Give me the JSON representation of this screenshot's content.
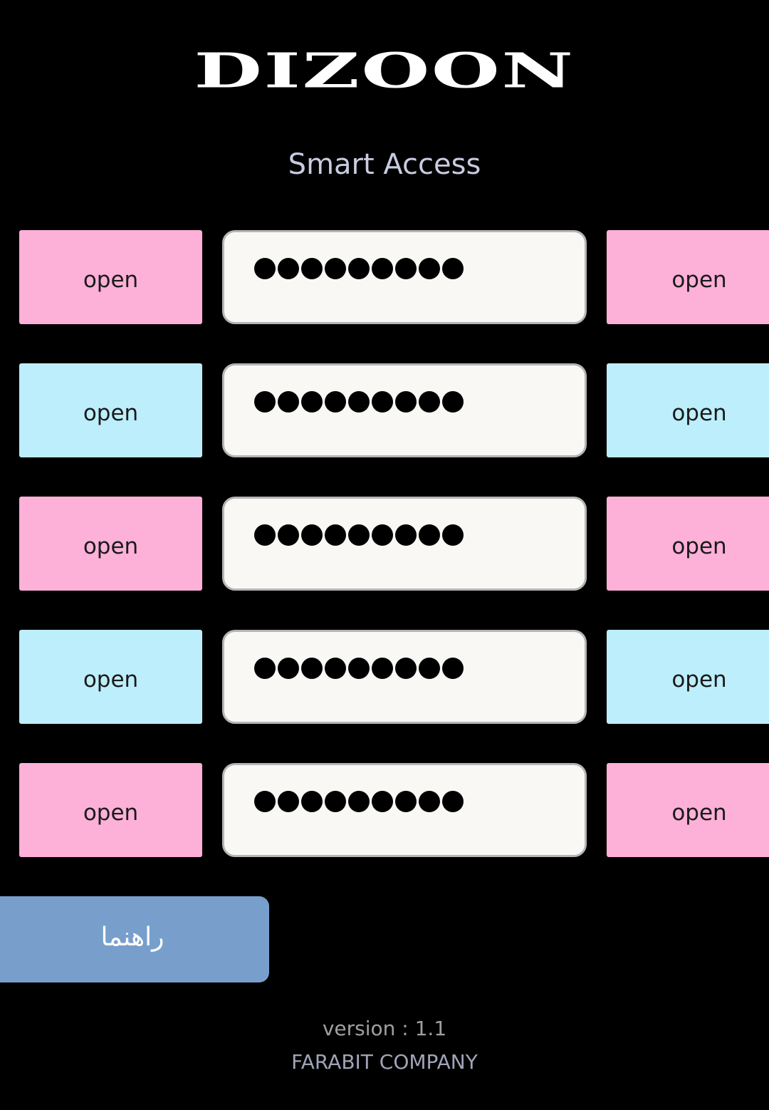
{
  "header": {
    "logo_text": "DIZOON",
    "subtitle": "Smart Access"
  },
  "rows": [
    {
      "left_label": "open",
      "right_label": "open",
      "password_dots": 9,
      "color": "#fdb0d8"
    },
    {
      "left_label": "open",
      "right_label": "open",
      "password_dots": 9,
      "color": "#bdeefc"
    },
    {
      "left_label": "open",
      "right_label": "open",
      "password_dots": 9,
      "color": "#fdb0d8"
    },
    {
      "left_label": "open",
      "right_label": "open",
      "password_dots": 9,
      "color": "#bdeefc"
    },
    {
      "left_label": "open",
      "right_label": "open",
      "password_dots": 9,
      "color": "#fdb0d8"
    }
  ],
  "help_button": {
    "label": "راهنما",
    "color": "#789fcb"
  },
  "footer": {
    "version": "version : 1.1",
    "company": "FARABIT COMPANY"
  },
  "colors": {
    "background": "#000000",
    "pink": "#fdb0d8",
    "cyan": "#bdeefc",
    "field_bg": "#f9f8f5"
  }
}
